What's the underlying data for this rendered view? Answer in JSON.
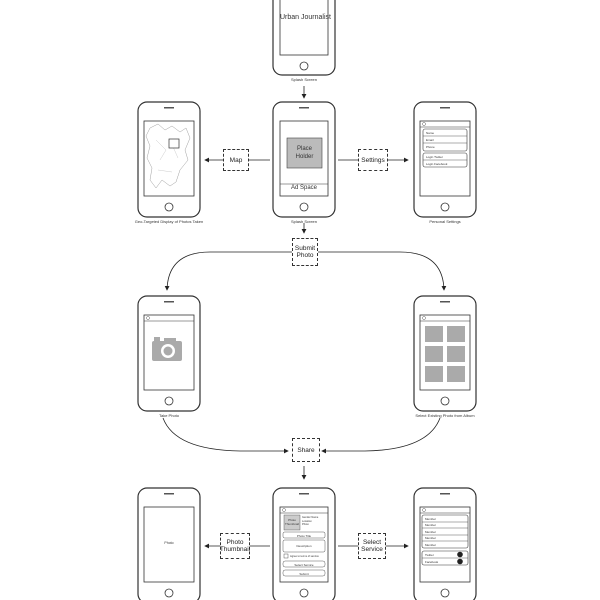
{
  "phones": {
    "top": {
      "title": "Urban Journalist",
      "caption": "Splash Screen"
    },
    "map": {
      "caption": "Geo-Targeted Display of Photos Taken"
    },
    "home": {
      "placeholder_line1": "Place",
      "placeholder_line2": "Holder",
      "ad": "Ad Space",
      "caption": "Splash Screen"
    },
    "settings": {
      "items": [
        "Name",
        "Email",
        "Phone"
      ],
      "logins": [
        "Login Twitter",
        "Login Facebook"
      ],
      "caption": "Personal Settings"
    },
    "take": {
      "caption": "Take Photo"
    },
    "album": {
      "caption": "Select Existing Photo from Album"
    },
    "photo": {
      "label": "Photo"
    },
    "form": {
      "thumb_line1": "Photo",
      "thumb_line2": "Thumbnail",
      "meta": [
        "Gender Name",
        "Location",
        "Photo"
      ],
      "title_field": "Photo Title",
      "desc_field": "Description",
      "agree": "Agree to terms of service",
      "select": "Select Service",
      "submit": "Submit"
    },
    "service": {
      "items": [
        "Member",
        "Member",
        "Member",
        "Member",
        "Member"
      ],
      "footer": [
        "Twitter",
        "Facebook"
      ]
    }
  },
  "boxes": {
    "map": "Map",
    "settings": "Settings",
    "submit_line1": "Submit",
    "submit_line2": "Photo",
    "share": "Share",
    "thumb_line1": "Photo",
    "thumb_line2": "Thumbnail",
    "service_line1": "Select",
    "service_line2": "Service"
  }
}
